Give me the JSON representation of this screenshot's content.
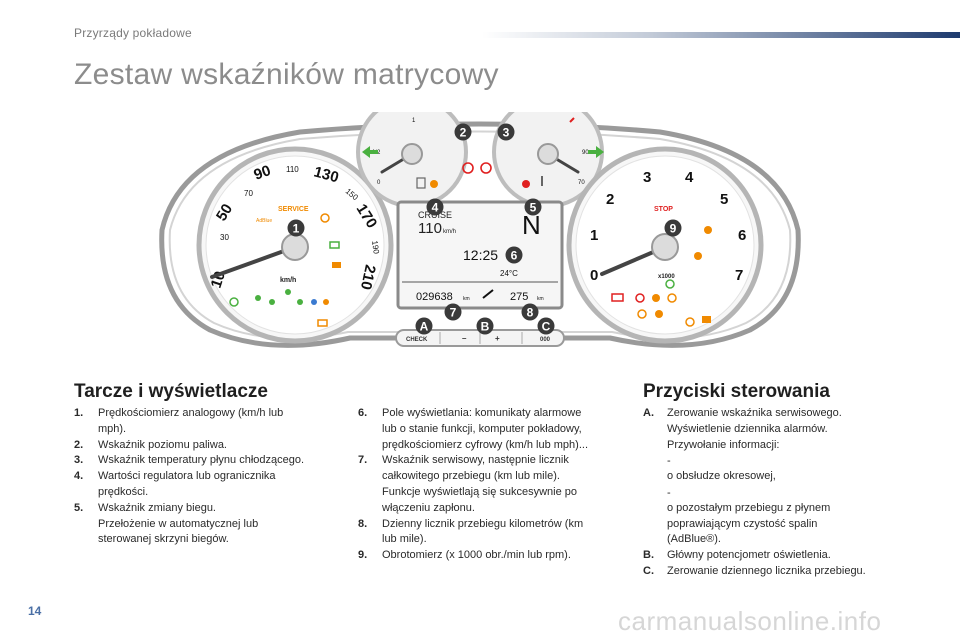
{
  "header": {
    "section": "Przyrządy pokładowe",
    "title": "Zestaw wskaźników matrycowy"
  },
  "figure": {
    "callouts": [
      "1",
      "2",
      "3",
      "4",
      "5",
      "6",
      "7",
      "8",
      "9",
      "A",
      "B",
      "C"
    ],
    "speedo_ticks": [
      "10",
      "30",
      "50",
      "70",
      "90",
      "110",
      "130",
      "150",
      "170",
      "190",
      "210"
    ],
    "speedo_unit": "km/h",
    "service": "SERVICE",
    "adblue": "AdBlue",
    "fuel_ticks": [
      "1",
      "1/2",
      "0"
    ],
    "temp_ticks": [
      "90",
      "70"
    ],
    "tacho_ticks": [
      "0",
      "1",
      "2",
      "3",
      "4",
      "5",
      "6",
      "7"
    ],
    "tacho_unit": "x1000",
    "stop": "STOP",
    "display": {
      "cruise": "CRUISE",
      "speed": "110",
      "speed_unit": "km/h",
      "gear": "N",
      "time": "12:25",
      "temp": "24°C",
      "odometer": "029638",
      "odo_unit": "km",
      "trip": "275",
      "trip_unit": "km"
    },
    "buttons": {
      "check": "CHECK",
      "zero": "000"
    }
  },
  "left": {
    "title": "Tarcze i wyświetlacze",
    "items": [
      {
        "n": "1.",
        "lines": [
          "Prędkościomierz analogowy (km/h lub",
          "mph)."
        ]
      },
      {
        "n": "2.",
        "lines": [
          "Wskaźnik poziomu paliwa."
        ]
      },
      {
        "n": "3.",
        "lines": [
          "Wskaźnik temperatury płynu chłodzącego."
        ]
      },
      {
        "n": "4.",
        "lines": [
          "Wartości regulatora lub ogranicznika",
          "prędkości."
        ]
      },
      {
        "n": "5.",
        "lines": [
          "Wskaźnik zmiany biegu.",
          "Przełożenie w automatycznej lub",
          "sterowanej skrzyni biegów."
        ]
      }
    ]
  },
  "middle": {
    "items": [
      {
        "n": "6.",
        "lines": [
          "Pole wyświetlania: komunikaty alarmowe",
          "lub o stanie funkcji, komputer pokładowy,",
          "prędkościomierz cyfrowy (km/h lub mph)..."
        ]
      },
      {
        "n": "7.",
        "lines": [
          "Wskaźnik serwisowy, następnie licznik",
          "całkowitego przebiegu (km lub mile).",
          "Funkcje wyświetlają się sukcesywnie po",
          "włączeniu zapłonu."
        ]
      },
      {
        "n": "8.",
        "lines": [
          "Dzienny licznik przebiegu kilometrów (km",
          "lub mile)."
        ]
      },
      {
        "n": "9.",
        "lines": [
          "Obrotomierz (x 1000 obr./min lub rpm)."
        ]
      }
    ]
  },
  "right": {
    "title": "Przyciski sterowania",
    "a": {
      "n": "A.",
      "lines": [
        "Zerowanie wskaźnika serwisowego.",
        "Wyświetlenie dziennika alarmów.",
        "Przywołanie informacji:"
      ],
      "dashes": [
        [
          "o obsłudze okresowej,"
        ],
        [
          "o pozostałym przebiegu z płynem",
          "poprawiającym czystość spalin",
          "(AdBlue®)."
        ]
      ]
    },
    "b": {
      "n": "B.",
      "lines": [
        "Główny potencjometr oświetlenia."
      ]
    },
    "c": {
      "n": "C.",
      "lines": [
        "Zerowanie dziennego licznika przebiegu."
      ]
    }
  },
  "footer": {
    "page": "14",
    "watermark": "carmanualsonline.info"
  }
}
